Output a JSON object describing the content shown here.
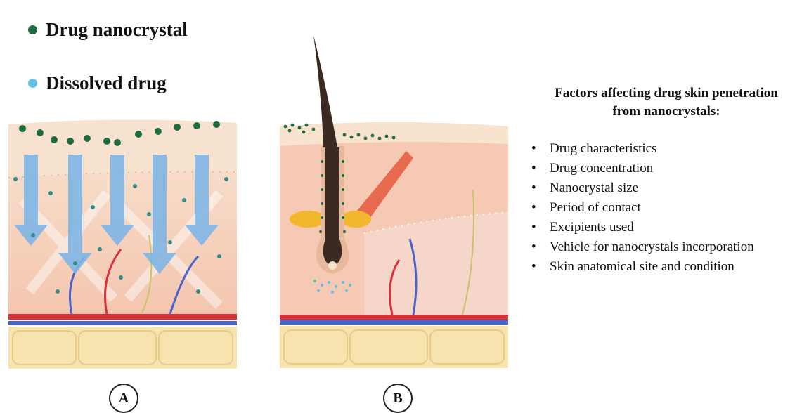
{
  "legend": [
    {
      "label": "Drug nanocrystal",
      "color": "#1f6b3f"
    },
    {
      "label": "Dissolved drug",
      "color": "#62c0e6"
    }
  ],
  "panels": [
    {
      "label": "A"
    },
    {
      "label": "B"
    }
  ],
  "factors": {
    "title_line1": "Factors affecting drug skin penetration",
    "title_line2": "from nanocrystals:",
    "items": [
      "Drug characteristics",
      "Drug concentration",
      "Nanocrystal size",
      "Period of contact",
      "Excipients used",
      "Vehicle for nanocrystals incorporation",
      "Skin anatomical site and condition"
    ]
  },
  "colors": {
    "epidermis": "#f5dcc6",
    "dermis": "#f5c9b4",
    "fat": "#f6e3ad",
    "artery": "#d8313a",
    "vein": "#4a62c9",
    "arrow": "#7fb6e6",
    "hair": "#3a2a22",
    "gland": "#f3b72d"
  }
}
